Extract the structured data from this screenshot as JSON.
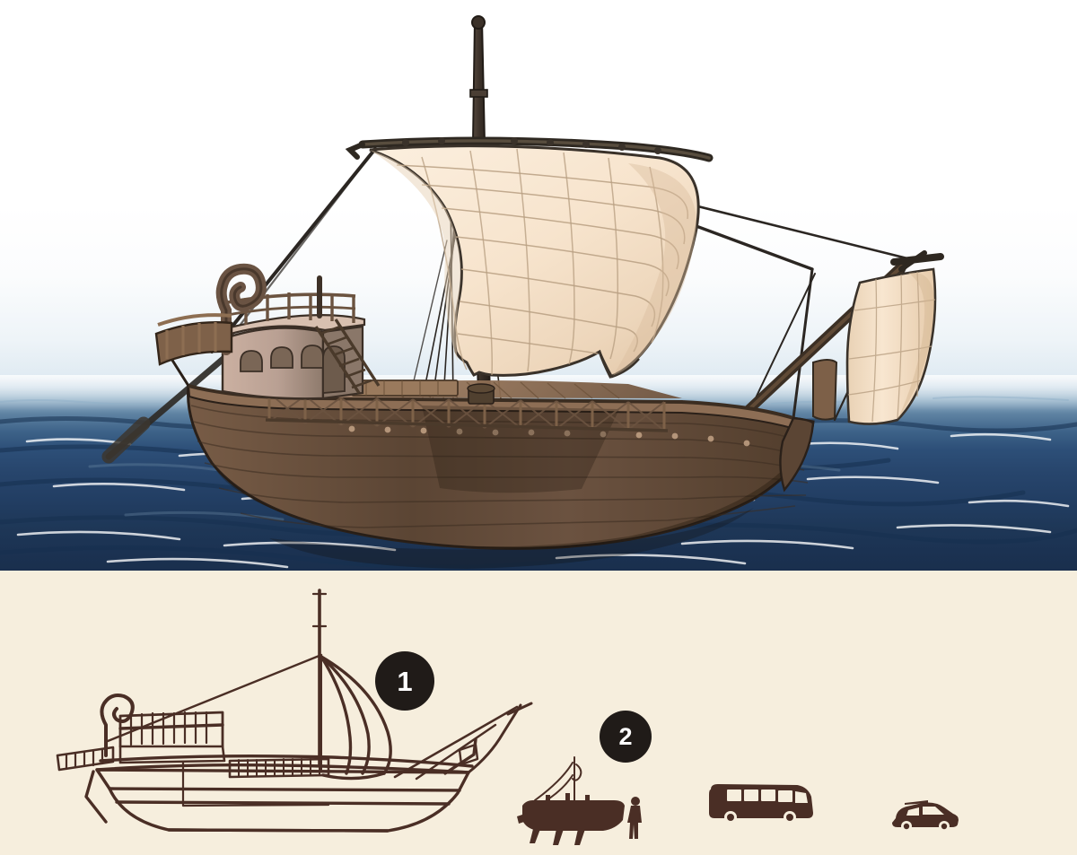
{
  "image": {
    "title": "Ancient Roman merchant sailing ship (corbita) illustration with scale comparison",
    "top_scene": {
      "name": "ship-illustration-seascape",
      "description": "Color illustration of an ancient Roman merchant sailing vessel under sail on open sea",
      "sky_color": "#ffffff",
      "horizon_color": "#d2e2ee",
      "sea_color_shallow": "#5e82a2",
      "sea_color_deep": "#1a2f4d",
      "hull_color": "#6d5340",
      "hull_shadow_color": "#4a3728",
      "deck_color": "#8d6d52",
      "sail_color": "#f6e3ce",
      "sail_shade_color": "#e2c8ab",
      "rigging_color": "#2f2a26",
      "parts": [
        {
          "name": "mainmast",
          "label": "Mainmast"
        },
        {
          "name": "mainsail",
          "label": "Mainsail"
        },
        {
          "name": "artemon-foresail",
          "label": "Artemon (foresail)"
        },
        {
          "name": "bowsprit",
          "label": "Bowsprit"
        },
        {
          "name": "aplustre-swan-neck",
          "label": "Aplustre (swan-neck stern ornament)"
        },
        {
          "name": "steering-oar",
          "label": "Steering oar"
        },
        {
          "name": "deckhouse",
          "label": "Stern deckhouse"
        },
        {
          "name": "ladder",
          "label": "Deck ladder"
        },
        {
          "name": "bulwark-railing",
          "label": "Bulwark railing"
        },
        {
          "name": "hull",
          "label": "Hull"
        }
      ]
    },
    "bottom_panel": {
      "name": "scale-comparison-panel",
      "background_color": "#f6eedd",
      "line_color": "#4a2e25",
      "badge_bg_color": "#201b18",
      "badge_text_color": "#ffffff",
      "items": [
        {
          "number": "1",
          "name": "line-drawing-roman-ship",
          "label": "Roman merchant ship line drawing"
        },
        {
          "number": "2",
          "name": "scale-reference-group",
          "label": "Scale reference silhouettes"
        }
      ],
      "silhouettes": [
        {
          "name": "small-sailing-boat-silhouette",
          "label": "Small sailing boat"
        },
        {
          "name": "human-figure-silhouette",
          "label": "Person"
        },
        {
          "name": "bus-silhouette",
          "label": "Coach bus"
        },
        {
          "name": "car-silhouette",
          "label": "Car"
        }
      ]
    }
  }
}
